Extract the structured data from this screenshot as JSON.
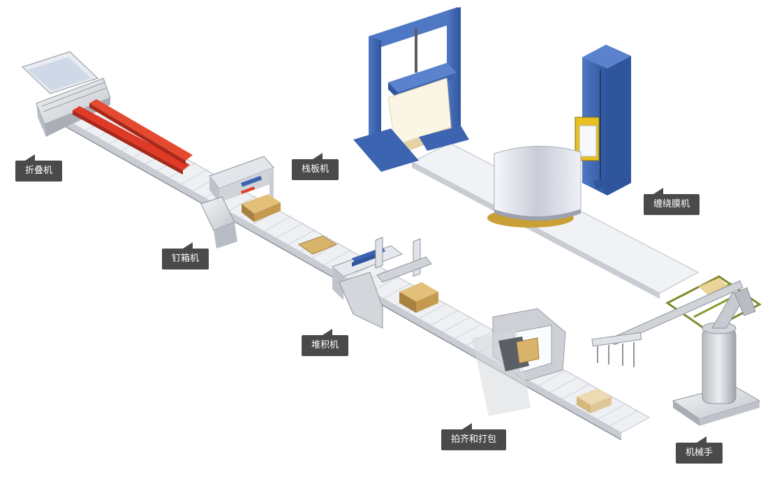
{
  "labels": {
    "folder": "折叠机",
    "stapler": "钉箱机",
    "stacker": "堆积机",
    "banding": "拍齐和打包",
    "pallet": "栈板机",
    "wrapper": "缠绕膜机",
    "robot": "机械手"
  },
  "colors": {
    "machine_blue": "#3c64b0",
    "gray_machine": "#d8dbe0",
    "conveyor": "#eef0f3",
    "red_belt": "#e03a26",
    "box_kraft": "#c9a45a",
    "wrap_film": "#e6e8ef",
    "callout_bg": "#4a4a4a"
  }
}
